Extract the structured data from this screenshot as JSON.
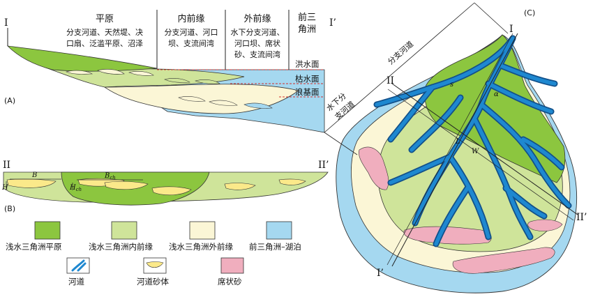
{
  "colors": {
    "plain": "#8cc63f",
    "inner": "#cfe49a",
    "outer": "#fbf6d6",
    "prodelta": "#a5d8f0",
    "channel": "#1e88d0",
    "sand_body": "#fbe98a",
    "sheet_sand": "#f0aebe",
    "lake_level": "#d0302c"
  },
  "panel_a": {
    "label": "(A)",
    "section_start": "I",
    "section_end": "I’",
    "zones": [
      {
        "title": "平原",
        "lines": [
          "分支河道、天然堤、决",
          "口扇、泛滥平原、沼泽"
        ]
      },
      {
        "title": "内前缘",
        "lines": [
          "分支河道、河口",
          "坝、支流间湾"
        ]
      },
      {
        "title": "外前缘",
        "lines": [
          "水下分支河道、",
          "河口坝、席状",
          "砂、支流间湾"
        ]
      },
      {
        "title": "前三角洲",
        "lines": []
      }
    ],
    "front_title_lines": [
      "前三",
      "角洲"
    ],
    "levels": [
      "洪水面",
      "枯水面",
      "浪基面"
    ]
  },
  "panel_b": {
    "label": "(B)",
    "section_start": "II",
    "section_end": "II’",
    "annotations": [
      "B",
      "H",
      "B",
      "H"
    ],
    "subscripts": [
      "",
      "",
      "ch",
      "ch"
    ]
  },
  "panel_c": {
    "label": "(C)",
    "channel_label": "分支河道",
    "underwater_label_lines": [
      "水下分",
      "支河道"
    ],
    "section_marks": [
      "I",
      "II",
      "II’",
      "I’"
    ],
    "symbols": [
      "s",
      "α",
      "L",
      "W"
    ]
  },
  "legend": [
    {
      "label": "浅水三角洲平原",
      "swatch": "plain-swatch"
    },
    {
      "label": "浅水三角洲内前缘",
      "swatch": "inner-swatch"
    },
    {
      "label": "浅水三角洲外前缘",
      "swatch": "outer-swatch"
    },
    {
      "label": "前三角洲–湖泊",
      "swatch": "prodelta-swatch"
    },
    {
      "label": "河道",
      "swatch": "channel-swatch"
    },
    {
      "label": "河道砂体",
      "swatch": "sand-body-swatch"
    },
    {
      "label": "席状砂",
      "swatch": "sheet-sand-swatch"
    }
  ]
}
